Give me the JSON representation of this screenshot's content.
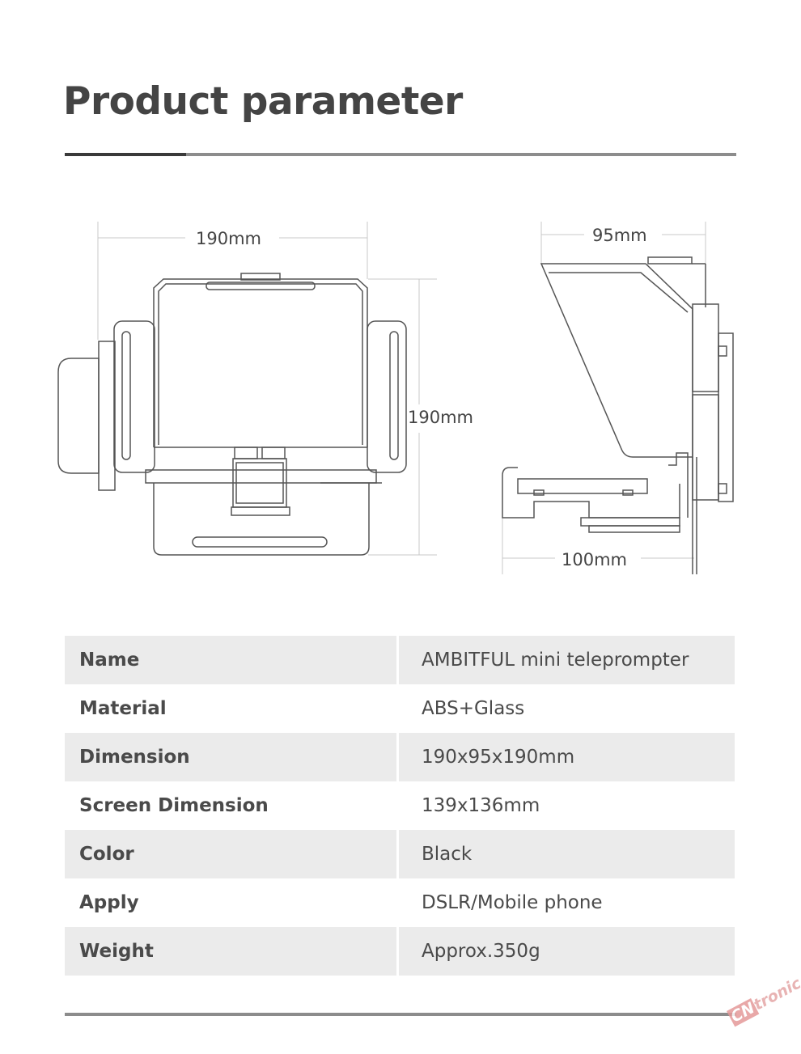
{
  "page": {
    "title": "Product parameter"
  },
  "drawing": {
    "front_width": "190mm",
    "front_height": "190mm",
    "side_depth": "95mm",
    "side_base": "100mm"
  },
  "specs": [
    {
      "label": "Name",
      "value": "AMBITFUL mini teleprompter"
    },
    {
      "label": "Material",
      "value": "ABS+Glass"
    },
    {
      "label": "Dimension",
      "value": "190x95x190mm"
    },
    {
      "label": "Screen Dimension",
      "value": "139x136mm"
    },
    {
      "label": "Color",
      "value": "Black"
    },
    {
      "label": "Apply",
      "value": "DSLR/Mobile phone"
    },
    {
      "label": "Weight",
      "value": "Approx.350g"
    }
  ],
  "watermark": {
    "mark": "CN",
    "text": "tronic"
  }
}
